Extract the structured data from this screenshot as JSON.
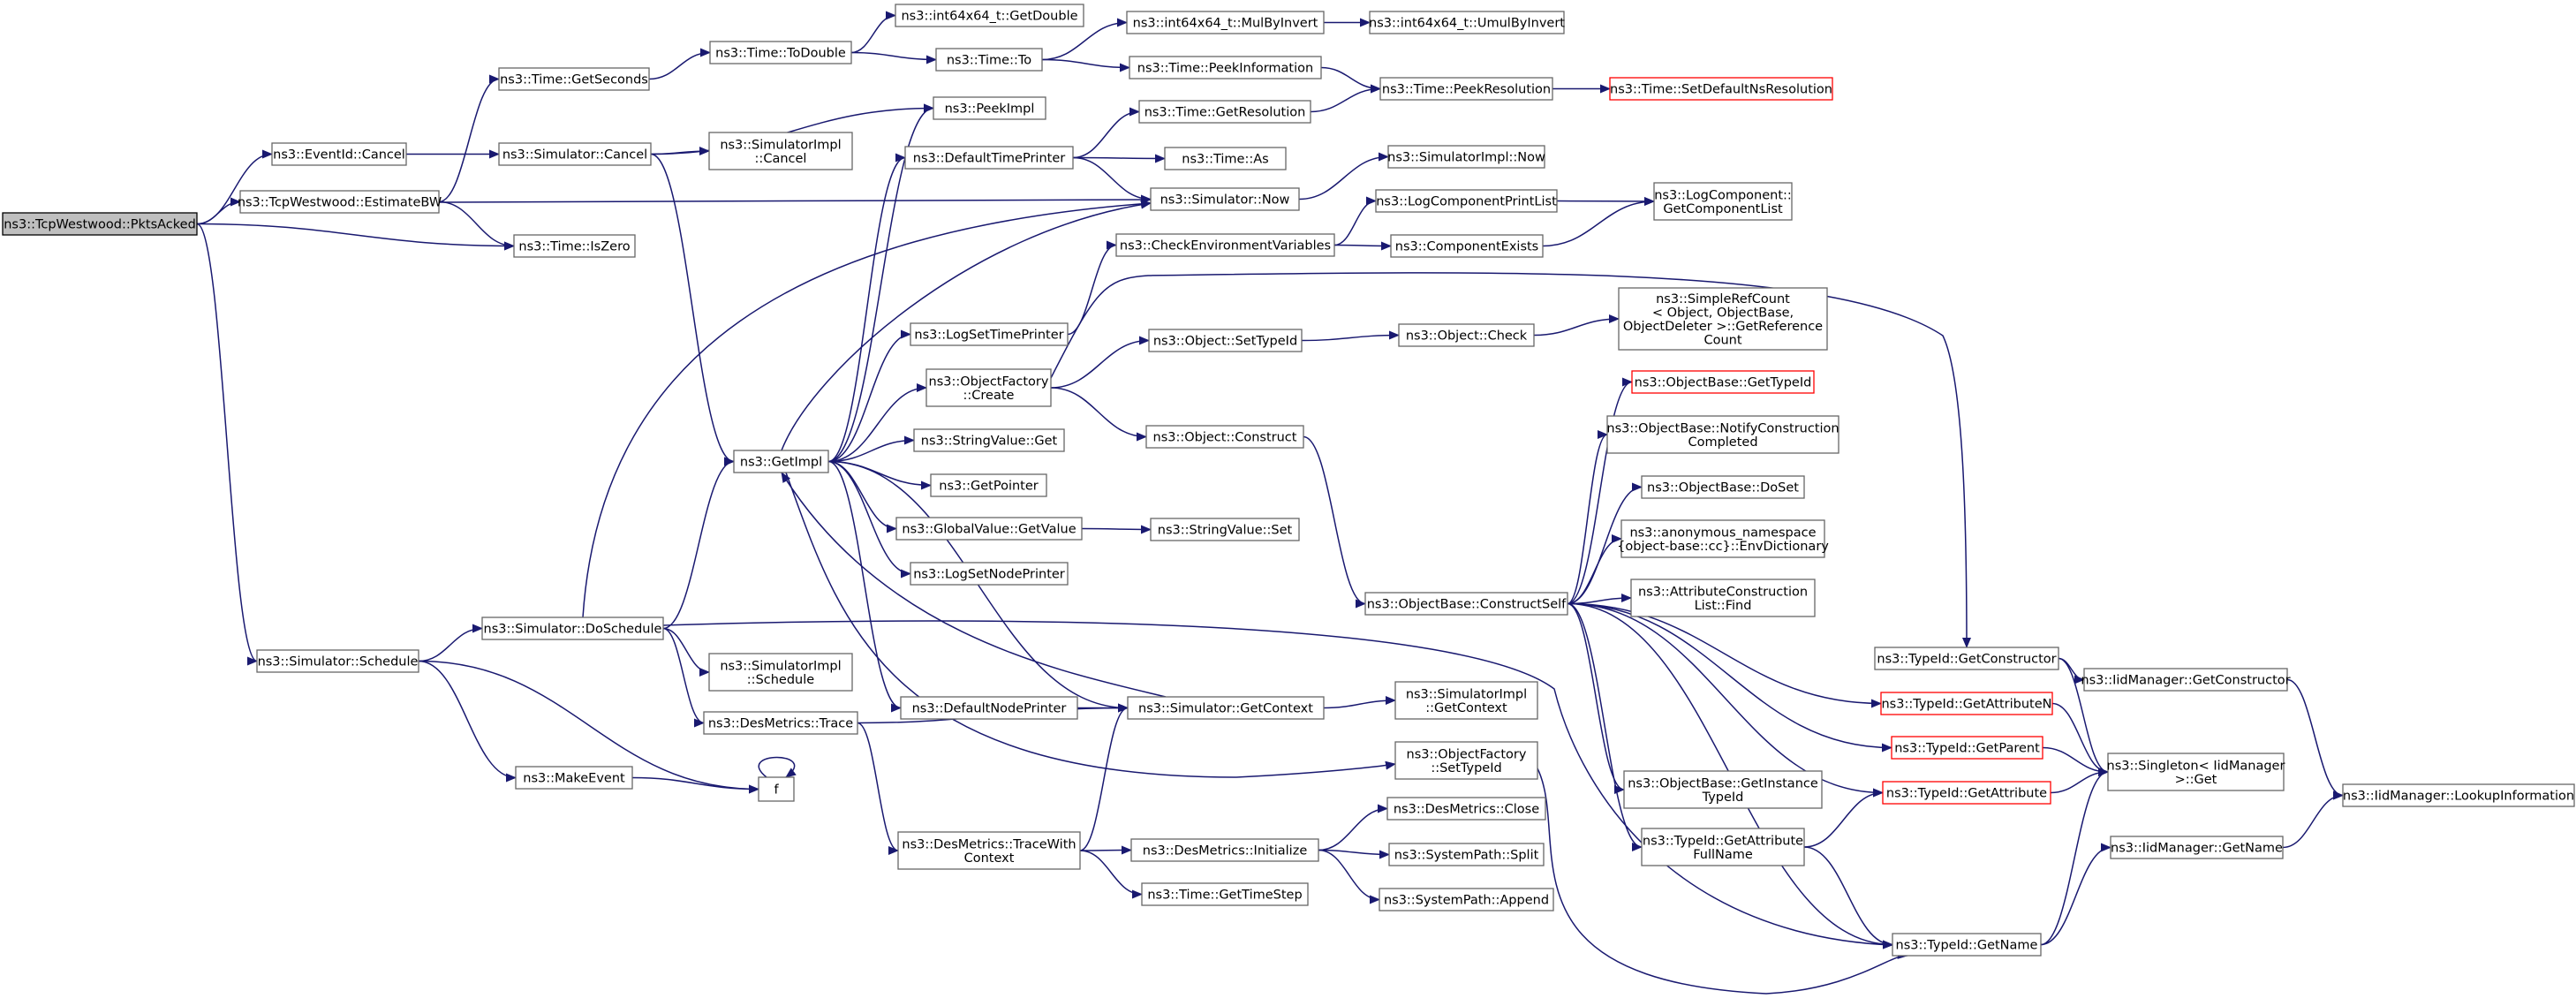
{
  "colors": {
    "edge": "#191970",
    "node_border": "#666666",
    "truncated_border": "#ff0000",
    "root_fill": "#bfbfbf"
  },
  "nodes": {
    "pktsacked": {
      "lines": [
        "ns3::TcpWestwood::PktsAcked"
      ],
      "style": "root"
    },
    "eventid_cancel": {
      "lines": [
        "ns3::EventId::Cancel"
      ]
    },
    "estimatebw": {
      "lines": [
        "ns3::TcpWestwood::EstimateBW"
      ]
    },
    "sim_schedule": {
      "lines": [
        "ns3::Simulator::Schedule"
      ]
    },
    "time_getseconds": {
      "lines": [
        "ns3::Time::GetSeconds"
      ]
    },
    "sim_cancel": {
      "lines": [
        "ns3::Simulator::Cancel"
      ]
    },
    "time_iszero": {
      "lines": [
        "ns3::Time::IsZero"
      ]
    },
    "sim_doschedule": {
      "lines": [
        "ns3::Simulator::DoSchedule"
      ]
    },
    "makeevent": {
      "lines": [
        "ns3::MakeEvent"
      ]
    },
    "f": {
      "lines": [
        "f"
      ]
    },
    "desmetrics_trace": {
      "lines": [
        "ns3::DesMetrics::Trace"
      ]
    },
    "time_todouble": {
      "lines": [
        "ns3::Time::ToDouble"
      ]
    },
    "simimpl_cancel": {
      "lines": [
        "ns3::SimulatorImpl",
        "::Cancel"
      ]
    },
    "getimpl": {
      "lines": [
        "ns3::GetImpl"
      ]
    },
    "simimpl_schedule": {
      "lines": [
        "ns3::SimulatorImpl",
        "::Schedule"
      ]
    },
    "int64_getdouble": {
      "lines": [
        "ns3::int64x64_t::GetDouble"
      ]
    },
    "time_to": {
      "lines": [
        "ns3::Time::To"
      ]
    },
    "peekimpl": {
      "lines": [
        "ns3::PeekImpl"
      ]
    },
    "defaulttimeprinter": {
      "lines": [
        "ns3::DefaultTimePrinter"
      ]
    },
    "logsettimeprinter": {
      "lines": [
        "ns3::LogSetTimePrinter"
      ]
    },
    "objectfactory_create": {
      "lines": [
        "ns3::ObjectFactory",
        "::Create"
      ]
    },
    "stringvalue_get": {
      "lines": [
        "ns3::StringValue::Get"
      ]
    },
    "getpointer": {
      "lines": [
        "ns3::GetPointer"
      ]
    },
    "globalvalue_getvalue": {
      "lines": [
        "ns3::GlobalValue::GetValue"
      ]
    },
    "logsetnodeprinter": {
      "lines": [
        "ns3::LogSetNodePrinter"
      ]
    },
    "defaultnodeprinter": {
      "lines": [
        "ns3::DefaultNodePrinter"
      ]
    },
    "desmetrics_tracewithcontext": {
      "lines": [
        "ns3::DesMetrics::TraceWith",
        "Context"
      ]
    },
    "int64_mulbyinvert": {
      "lines": [
        "ns3::int64x64_t::MulByInvert"
      ]
    },
    "time_peekinformation": {
      "lines": [
        "ns3::Time::PeekInformation"
      ]
    },
    "time_getresolution": {
      "lines": [
        "ns3::Time::GetResolution"
      ]
    },
    "time_as": {
      "lines": [
        "ns3::Time::As"
      ]
    },
    "sim_now": {
      "lines": [
        "ns3::Simulator::Now"
      ]
    },
    "checkenvvars": {
      "lines": [
        "ns3::CheckEnvironmentVariables"
      ]
    },
    "object_settypeid": {
      "lines": [
        "ns3::Object::SetTypeId"
      ]
    },
    "object_construct": {
      "lines": [
        "ns3::Object::Construct"
      ]
    },
    "stringvalue_set": {
      "lines": [
        "ns3::StringValue::Set"
      ]
    },
    "sim_getcontext": {
      "lines": [
        "ns3::Simulator::GetContext"
      ]
    },
    "desmetrics_initialize": {
      "lines": [
        "ns3::DesMetrics::Initialize"
      ]
    },
    "time_gettimestep": {
      "lines": [
        "ns3::Time::GetTimeStep"
      ]
    },
    "int64_umulbyinvert": {
      "lines": [
        "ns3::int64x64_t::UmulByInvert"
      ]
    },
    "time_peekresolution": {
      "lines": [
        "ns3::Time::PeekResolution"
      ]
    },
    "simimpl_now": {
      "lines": [
        "ns3::SimulatorImpl::Now"
      ]
    },
    "logcomponentprintlist": {
      "lines": [
        "ns3::LogComponentPrintList"
      ]
    },
    "componentexists": {
      "lines": [
        "ns3::ComponentExists"
      ]
    },
    "object_check": {
      "lines": [
        "ns3::Object::Check"
      ]
    },
    "objectbase_constructself": {
      "lines": [
        "ns3::ObjectBase::ConstructSelf"
      ]
    },
    "simimpl_getcontext": {
      "lines": [
        "ns3::SimulatorImpl",
        "::GetContext"
      ]
    },
    "objectfactory_settypeid": {
      "lines": [
        "ns3::ObjectFactory",
        "::SetTypeId"
      ]
    },
    "desmetrics_close": {
      "lines": [
        "ns3::DesMetrics::Close"
      ]
    },
    "systempath_split": {
      "lines": [
        "ns3::SystemPath::Split"
      ]
    },
    "systempath_append": {
      "lines": [
        "ns3::SystemPath::Append"
      ]
    },
    "time_setdefaultnsresolution": {
      "lines": [
        "ns3::Time::SetDefaultNsResolution"
      ],
      "style": "red"
    },
    "logcomponent_getcomponentlist": {
      "lines": [
        "ns3::LogComponent::",
        "GetComponentList"
      ]
    },
    "simplerefcount_getreferencecount": {
      "lines": [
        "ns3::SimpleRefCount",
        "< Object, ObjectBase,",
        "ObjectDeleter >::GetReference",
        "Count"
      ]
    },
    "objectbase_gettypeid": {
      "lines": [
        "ns3::ObjectBase::GetTypeId"
      ],
      "style": "red"
    },
    "objectbase_notifyconstructioncompleted": {
      "lines": [
        "ns3::ObjectBase::NotifyConstruction",
        "Completed"
      ]
    },
    "objectbase_doset": {
      "lines": [
        "ns3::ObjectBase::DoSet"
      ]
    },
    "anon_envdictionary": {
      "lines": [
        "ns3::anonymous_namespace",
        "{object-base::cc}::EnvDictionary"
      ]
    },
    "attributeconstructionlist_find": {
      "lines": [
        "ns3::AttributeConstruction",
        "List::Find"
      ]
    },
    "objectbase_getinstancetypeid": {
      "lines": [
        "ns3::ObjectBase::GetInstance",
        "TypeId"
      ]
    },
    "typeid_getattributefullname": {
      "lines": [
        "ns3::TypeId::GetAttribute",
        "FullName"
      ]
    },
    "typeid_getconstructor": {
      "lines": [
        "ns3::TypeId::GetConstructor"
      ]
    },
    "typeid_getattributen": {
      "lines": [
        "ns3::TypeId::GetAttributeN"
      ],
      "style": "red"
    },
    "typeid_getparent": {
      "lines": [
        "ns3::TypeId::GetParent"
      ],
      "style": "red"
    },
    "typeid_getattribute": {
      "lines": [
        "ns3::TypeId::GetAttribute"
      ],
      "style": "red"
    },
    "typeid_getname": {
      "lines": [
        "ns3::TypeId::GetName"
      ]
    },
    "iidmanager_getconstructor": {
      "lines": [
        "ns3::IidManager::GetConstructor"
      ]
    },
    "singleton_get": {
      "lines": [
        "ns3::Singleton< IidManager",
        ">::Get"
      ]
    },
    "iidmanager_getname": {
      "lines": [
        "ns3::IidManager::GetName"
      ]
    },
    "iidmanager_lookupinformation": {
      "lines": [
        "ns3::IidManager::LookupInformation"
      ]
    }
  },
  "edges": [
    [
      "pktsacked",
      "eventid_cancel"
    ],
    [
      "pktsacked",
      "estimatebw"
    ],
    [
      "pktsacked",
      "time_iszero"
    ],
    [
      "pktsacked",
      "sim_schedule"
    ],
    [
      "eventid_cancel",
      "sim_cancel"
    ],
    [
      "estimatebw",
      "time_getseconds"
    ],
    [
      "estimatebw",
      "sim_now"
    ],
    [
      "estimatebw",
      "time_iszero"
    ],
    [
      "time_getseconds",
      "time_todouble"
    ],
    [
      "time_todouble",
      "int64_getdouble"
    ],
    [
      "time_todouble",
      "time_to"
    ],
    [
      "time_to",
      "int64_mulbyinvert"
    ],
    [
      "time_to",
      "time_peekinformation"
    ],
    [
      "int64_mulbyinvert",
      "int64_umulbyinvert"
    ],
    [
      "time_peekinformation",
      "time_peekresolution"
    ],
    [
      "time_peekresolution",
      "time_setdefaultnsresolution"
    ],
    [
      "sim_cancel",
      "peekimpl"
    ],
    [
      "sim_cancel",
      "simimpl_cancel"
    ],
    [
      "sim_cancel",
      "getimpl"
    ],
    [
      "sim_schedule",
      "sim_doschedule"
    ],
    [
      "sim_schedule",
      "makeevent"
    ],
    [
      "sim_schedule",
      "f"
    ],
    [
      "sim_doschedule",
      "getimpl"
    ],
    [
      "sim_doschedule",
      "sim_now"
    ],
    [
      "sim_doschedule",
      "simimpl_schedule"
    ],
    [
      "sim_doschedule",
      "desmetrics_trace"
    ],
    [
      "sim_doschedule",
      "typeid_getname"
    ],
    [
      "makeevent",
      "f"
    ],
    [
      "f",
      "f"
    ],
    [
      "desmetrics_trace",
      "sim_getcontext"
    ],
    [
      "desmetrics_trace",
      "desmetrics_tracewithcontext"
    ],
    [
      "getimpl",
      "peekimpl"
    ],
    [
      "getimpl",
      "defaulttimeprinter"
    ],
    [
      "getimpl",
      "sim_now"
    ],
    [
      "getimpl",
      "logsettimeprinter"
    ],
    [
      "getimpl",
      "objectfactory_create"
    ],
    [
      "getimpl",
      "stringvalue_get"
    ],
    [
      "getimpl",
      "getpointer"
    ],
    [
      "getimpl",
      "globalvalue_getvalue"
    ],
    [
      "getimpl",
      "logsetnodeprinter"
    ],
    [
      "getimpl",
      "defaultnodeprinter"
    ],
    [
      "getimpl",
      "sim_getcontext"
    ],
    [
      "getimpl",
      "objectfactory_settypeid"
    ],
    [
      "defaulttimeprinter",
      "time_getresolution"
    ],
    [
      "defaulttimeprinter",
      "time_as"
    ],
    [
      "defaulttimeprinter",
      "sim_now"
    ],
    [
      "time_getresolution",
      "time_peekresolution"
    ],
    [
      "sim_now",
      "simimpl_now"
    ],
    [
      "logsettimeprinter",
      "checkenvvars"
    ],
    [
      "checkenvvars",
      "logcomponentprintlist"
    ],
    [
      "checkenvvars",
      "componentexists"
    ],
    [
      "logcomponentprintlist",
      "logcomponent_getcomponentlist"
    ],
    [
      "componentexists",
      "logcomponent_getcomponentlist"
    ],
    [
      "objectfactory_create",
      "object_settypeid"
    ],
    [
      "objectfactory_create",
      "object_construct"
    ],
    [
      "objectfactory_create",
      "typeid_getconstructor"
    ],
    [
      "object_settypeid",
      "object_check"
    ],
    [
      "object_check",
      "simplerefcount_getreferencecount"
    ],
    [
      "object_construct",
      "objectbase_constructself"
    ],
    [
      "globalvalue_getvalue",
      "stringvalue_set"
    ],
    [
      "defaultnodeprinter",
      "sim_getcontext"
    ],
    [
      "sim_getcontext",
      "getimpl"
    ],
    [
      "sim_getcontext",
      "simimpl_getcontext"
    ],
    [
      "desmetrics_tracewithcontext",
      "sim_getcontext"
    ],
    [
      "desmetrics_tracewithcontext",
      "desmetrics_initialize"
    ],
    [
      "desmetrics_tracewithcontext",
      "time_gettimestep"
    ],
    [
      "desmetrics_initialize",
      "desmetrics_close"
    ],
    [
      "desmetrics_initialize",
      "systempath_split"
    ],
    [
      "desmetrics_initialize",
      "systempath_append"
    ],
    [
      "objectfactory_settypeid",
      "typeid_getname"
    ],
    [
      "objectbase_constructself",
      "objectbase_gettypeid"
    ],
    [
      "objectbase_constructself",
      "objectbase_notifyconstructioncompleted"
    ],
    [
      "objectbase_constructself",
      "objectbase_doset"
    ],
    [
      "objectbase_constructself",
      "anon_envdictionary"
    ],
    [
      "objectbase_constructself",
      "attributeconstructionlist_find"
    ],
    [
      "objectbase_constructself",
      "objectbase_getinstancetypeid"
    ],
    [
      "objectbase_constructself",
      "typeid_getattributefullname"
    ],
    [
      "objectbase_constructself",
      "typeid_getattributen"
    ],
    [
      "objectbase_constructself",
      "typeid_getparent"
    ],
    [
      "objectbase_constructself",
      "typeid_getattribute"
    ],
    [
      "objectbase_constructself",
      "typeid_getname"
    ],
    [
      "typeid_getattributefullname",
      "typeid_getattribute"
    ],
    [
      "typeid_getattributefullname",
      "typeid_getname"
    ],
    [
      "typeid_getconstructor",
      "iidmanager_getconstructor"
    ],
    [
      "typeid_getconstructor",
      "singleton_get"
    ],
    [
      "typeid_getattributen",
      "singleton_get"
    ],
    [
      "typeid_getparent",
      "singleton_get"
    ],
    [
      "typeid_getattribute",
      "singleton_get"
    ],
    [
      "typeid_getname",
      "singleton_get"
    ],
    [
      "typeid_getname",
      "iidmanager_getname"
    ],
    [
      "iidmanager_getconstructor",
      "iidmanager_lookupinformation"
    ],
    [
      "iidmanager_getname",
      "iidmanager_lookupinformation"
    ]
  ]
}
